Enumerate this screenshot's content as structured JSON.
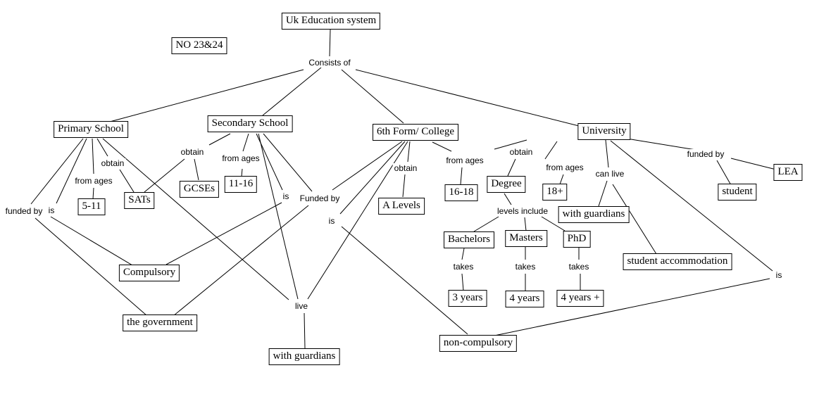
{
  "title": "Uk Education system",
  "concepts": [
    {
      "id": "root",
      "label": "Uk Education system"
    },
    {
      "id": "no",
      "label": "NO 23&24"
    },
    {
      "id": "primary",
      "label": "Primary School"
    },
    {
      "id": "secondary",
      "label": "Secondary School"
    },
    {
      "id": "sixth",
      "label": "6th Form/ College"
    },
    {
      "id": "university",
      "label": "University"
    },
    {
      "id": "p_ages",
      "label": "5-11"
    },
    {
      "id": "sats",
      "label": "SATs"
    },
    {
      "id": "gcses",
      "label": "GCSEs"
    },
    {
      "id": "s_ages",
      "label": "11-16"
    },
    {
      "id": "alevels",
      "label": "A Levels"
    },
    {
      "id": "c_ages",
      "label": "16-18"
    },
    {
      "id": "degree",
      "label": "Degree"
    },
    {
      "id": "u_ages",
      "label": "18+"
    },
    {
      "id": "u_guardians",
      "label": "with guardians"
    },
    {
      "id": "student",
      "label": "student"
    },
    {
      "id": "lea",
      "label": "LEA"
    },
    {
      "id": "bachelors",
      "label": "Bachelors"
    },
    {
      "id": "masters",
      "label": "Masters"
    },
    {
      "id": "phd",
      "label": "PhD"
    },
    {
      "id": "accommodation",
      "label": "student accommodation"
    },
    {
      "id": "compulsory",
      "label": "Compulsory"
    },
    {
      "id": "government",
      "label": "the government"
    },
    {
      "id": "guardians",
      "label": "with guardians"
    },
    {
      "id": "y3",
      "label": "3 years"
    },
    {
      "id": "y4",
      "label": "4 years"
    },
    {
      "id": "y4p",
      "label": "4 years +"
    },
    {
      "id": "noncompulsory",
      "label": "non-compulsory"
    }
  ],
  "links": [
    {
      "id": "consists",
      "label": "Consists of"
    },
    {
      "id": "p_funded",
      "label": "funded by"
    },
    {
      "id": "p_is",
      "label": "is"
    },
    {
      "id": "p_from",
      "label": "from ages"
    },
    {
      "id": "p_obtain",
      "label": "obtain"
    },
    {
      "id": "s_obtain",
      "label": "obtain"
    },
    {
      "id": "s_from",
      "label": "from ages"
    },
    {
      "id": "s_is",
      "label": "is"
    },
    {
      "id": "funded",
      "label": "Funded by"
    },
    {
      "id": "c_is",
      "label": "is"
    },
    {
      "id": "c_obtain",
      "label": "obtain"
    },
    {
      "id": "c_from",
      "label": "from ages"
    },
    {
      "id": "u_obtain",
      "label": "obtain"
    },
    {
      "id": "u_from",
      "label": "from ages"
    },
    {
      "id": "u_canlive",
      "label": "can live"
    },
    {
      "id": "u_funded",
      "label": "funded by"
    },
    {
      "id": "levels",
      "label": "levels include"
    },
    {
      "id": "b_takes",
      "label": "takes"
    },
    {
      "id": "m_takes",
      "label": "takes"
    },
    {
      "id": "d_takes",
      "label": "takes"
    },
    {
      "id": "live",
      "label": "live"
    },
    {
      "id": "u_is",
      "label": "is"
    }
  ]
}
